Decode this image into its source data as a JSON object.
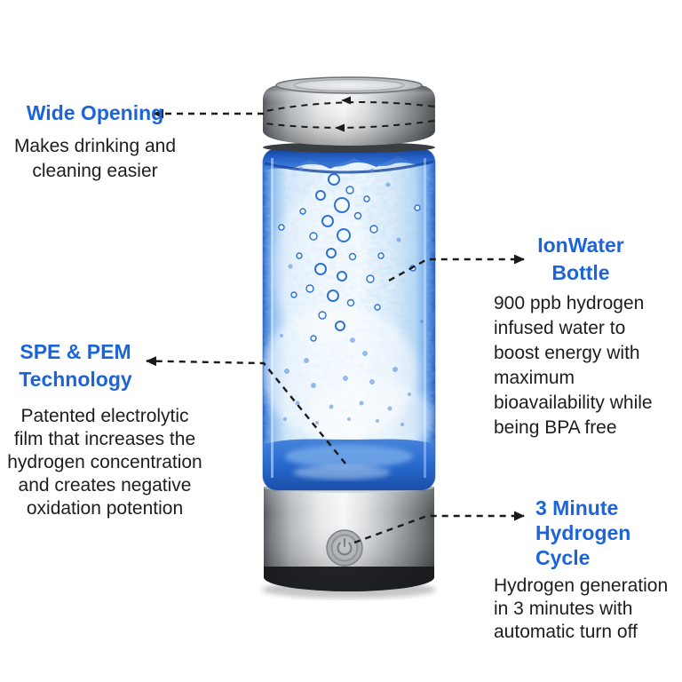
{
  "page": {
    "background": "#ffffff"
  },
  "colors": {
    "heading_blue": "#1c64d9",
    "body_text": "#1d1d1d",
    "arrow_black": "#1a1a1a"
  },
  "icons": {
    "power_button": "⏻"
  },
  "product": {
    "name": "IonWater Bottle"
  },
  "annotations": {
    "wide_opening": {
      "heading": "Wide Opening",
      "body_lines": [
        "Makes drinking and",
        "cleaning easier"
      ]
    },
    "ionwater_bottle": {
      "heading_lines": [
        "IonWater",
        "Bottle"
      ],
      "body_lines": [
        "900 ppb hydrogen",
        "infused water to",
        "boost energy with",
        "maximum",
        "bioavailability while",
        "being BPA free"
      ]
    },
    "spe_pem": {
      "heading_lines": [
        "SPE & PEM",
        "Technology"
      ],
      "body_lines": [
        "Patented electrolytic",
        "film that increases the",
        "hydrogen concentration",
        "and creates negative",
        "oxidation potention"
      ]
    },
    "hydrogen_cycle": {
      "heading_lines": [
        "3 Minute",
        "Hydrogen Cycle"
      ],
      "body_lines": [
        "Hydrogen generation",
        "in 3 minutes with",
        "automatic turn off"
      ]
    }
  }
}
